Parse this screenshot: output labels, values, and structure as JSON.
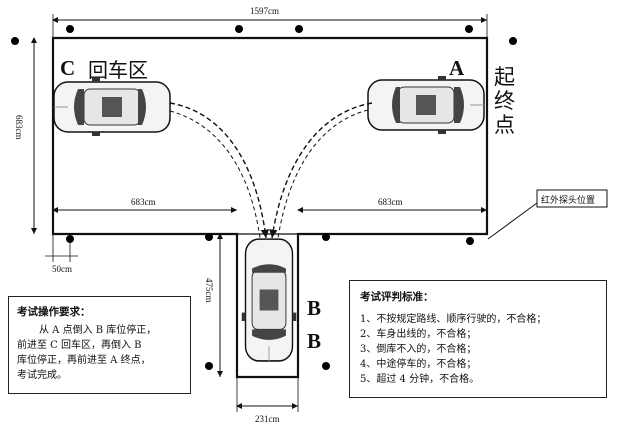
{
  "dimensions": {
    "top_width": "1597cm",
    "left_height": "683cm",
    "left_segment": "683cm",
    "right_segment": "683cm",
    "offset": "50cm",
    "garage_depth": "475cm",
    "garage_width": "231cm"
  },
  "zones": {
    "c_letter": "C",
    "c_name": "回车区",
    "a_letter": "A",
    "start_end": [
      "起",
      "终",
      "点"
    ],
    "b_upper": "B",
    "b_lower": "B"
  },
  "sensor_label": "红外探头位置",
  "operation_box": {
    "title": "考试操作要求：",
    "lines": [
      "从 A 点倒入 B 库位停正，",
      "前进至 C 回车区，再倒入 B",
      "库位停正，再前进至 A 终点，",
      "考试完成。"
    ]
  },
  "criteria_box": {
    "title": "考试评判标准：",
    "items": [
      "1、不按规定路线、顺序行驶的，不合格；",
      "2、车身出线的，不合格；",
      "3、倒库不入的，不合格；",
      "4、中途停车的，不合格；",
      "5、超过 4 分钟，不合格。"
    ]
  },
  "colors": {
    "line": "#111111",
    "post": "#000000",
    "car_body": "#f4f4f4",
    "car_glass": "#444444"
  }
}
